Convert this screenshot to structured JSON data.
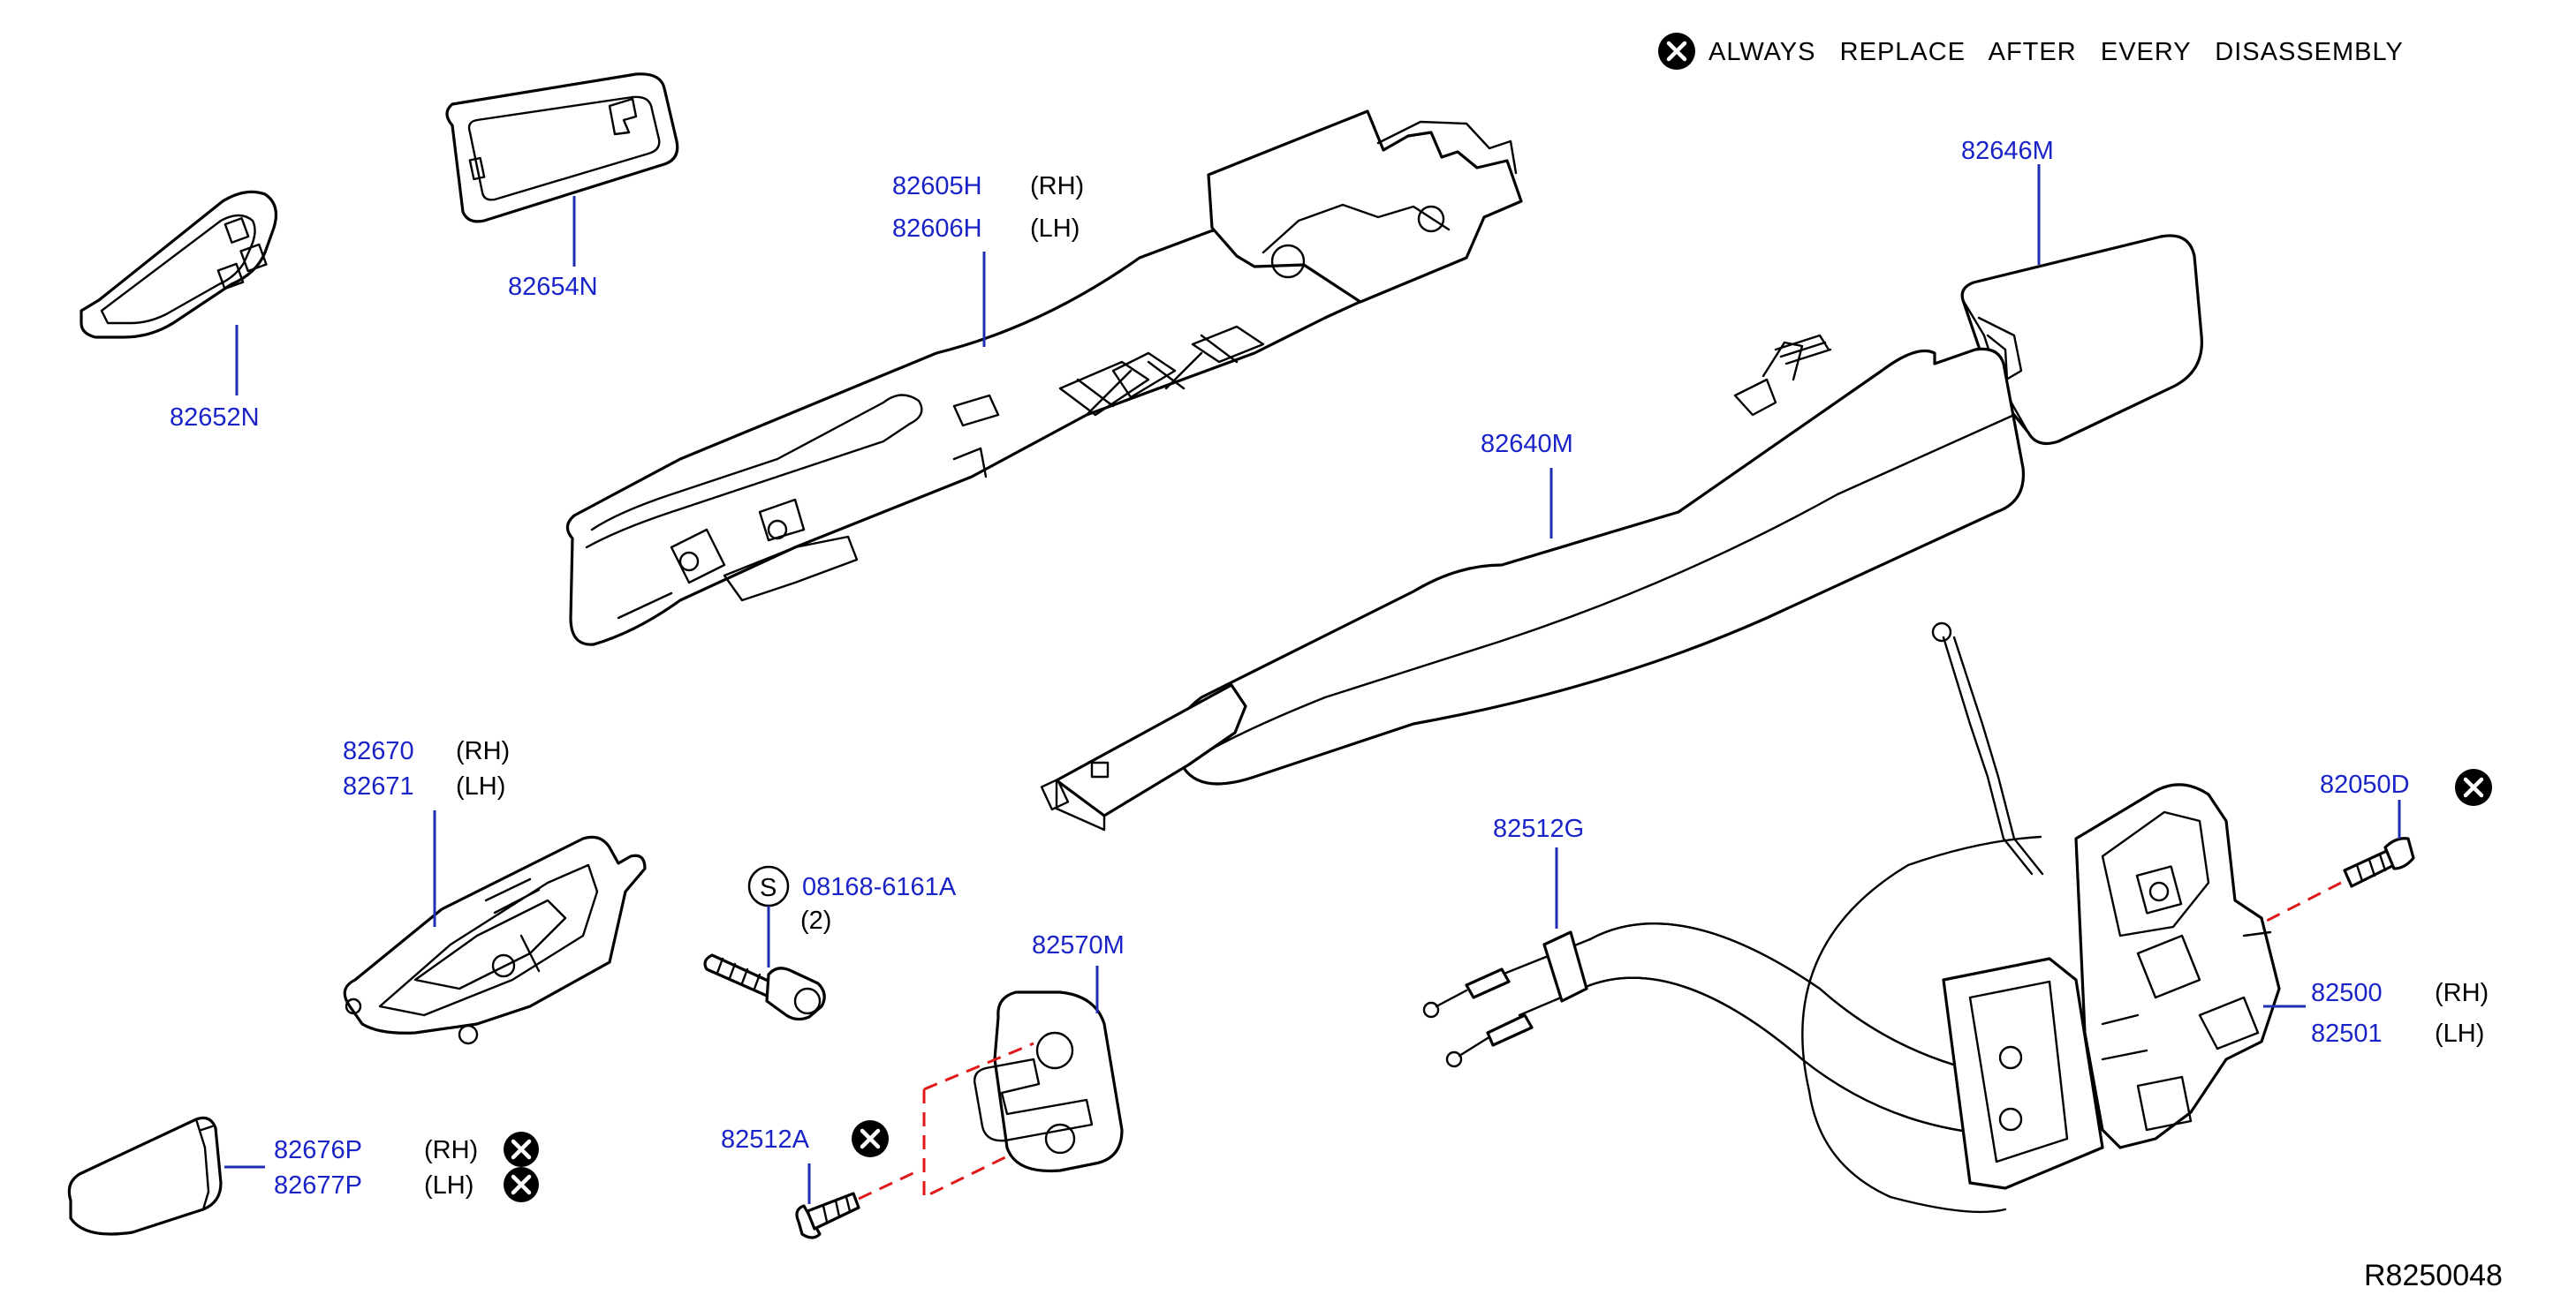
{
  "legend": {
    "note": "ALWAYS   REPLACE   AFTER   EVERY   DISASSEMBLY",
    "icon": "x-circle-icon"
  },
  "reference": "R8250048",
  "callouts": {
    "p82652N": {
      "label": "82652N"
    },
    "p82654N": {
      "label": "82654N"
    },
    "p82605H": {
      "label": "82605H",
      "side": "(RH)"
    },
    "p82606H": {
      "label": "82606H",
      "side": "(LH)"
    },
    "p82646M": {
      "label": "82646M"
    },
    "p82640M": {
      "label": "82640M"
    },
    "p82670": {
      "label": "82670",
      "side": "(RH)"
    },
    "p82671": {
      "label": "82671",
      "side": "(LH)"
    },
    "s08168": {
      "badge": "S",
      "label": "08168-6161A",
      "qty": "(2)"
    },
    "p82570M": {
      "label": "82570M"
    },
    "p82512A": {
      "label": "82512A"
    },
    "p82676P": {
      "label": "82676P",
      "side": "(RH)"
    },
    "p82677P": {
      "label": "82677P",
      "side": "(LH)"
    },
    "p82512G": {
      "label": "82512G"
    },
    "p82050D": {
      "label": "82050D"
    },
    "p82500": {
      "label": "82500",
      "side": "(RH)"
    },
    "p82501": {
      "label": "82501",
      "side": "(LH)"
    }
  },
  "colors": {
    "part_number": "#1a23c8",
    "leader": "#1f2fb0",
    "dashed_guide": "#e01818",
    "outline": "#000000"
  }
}
